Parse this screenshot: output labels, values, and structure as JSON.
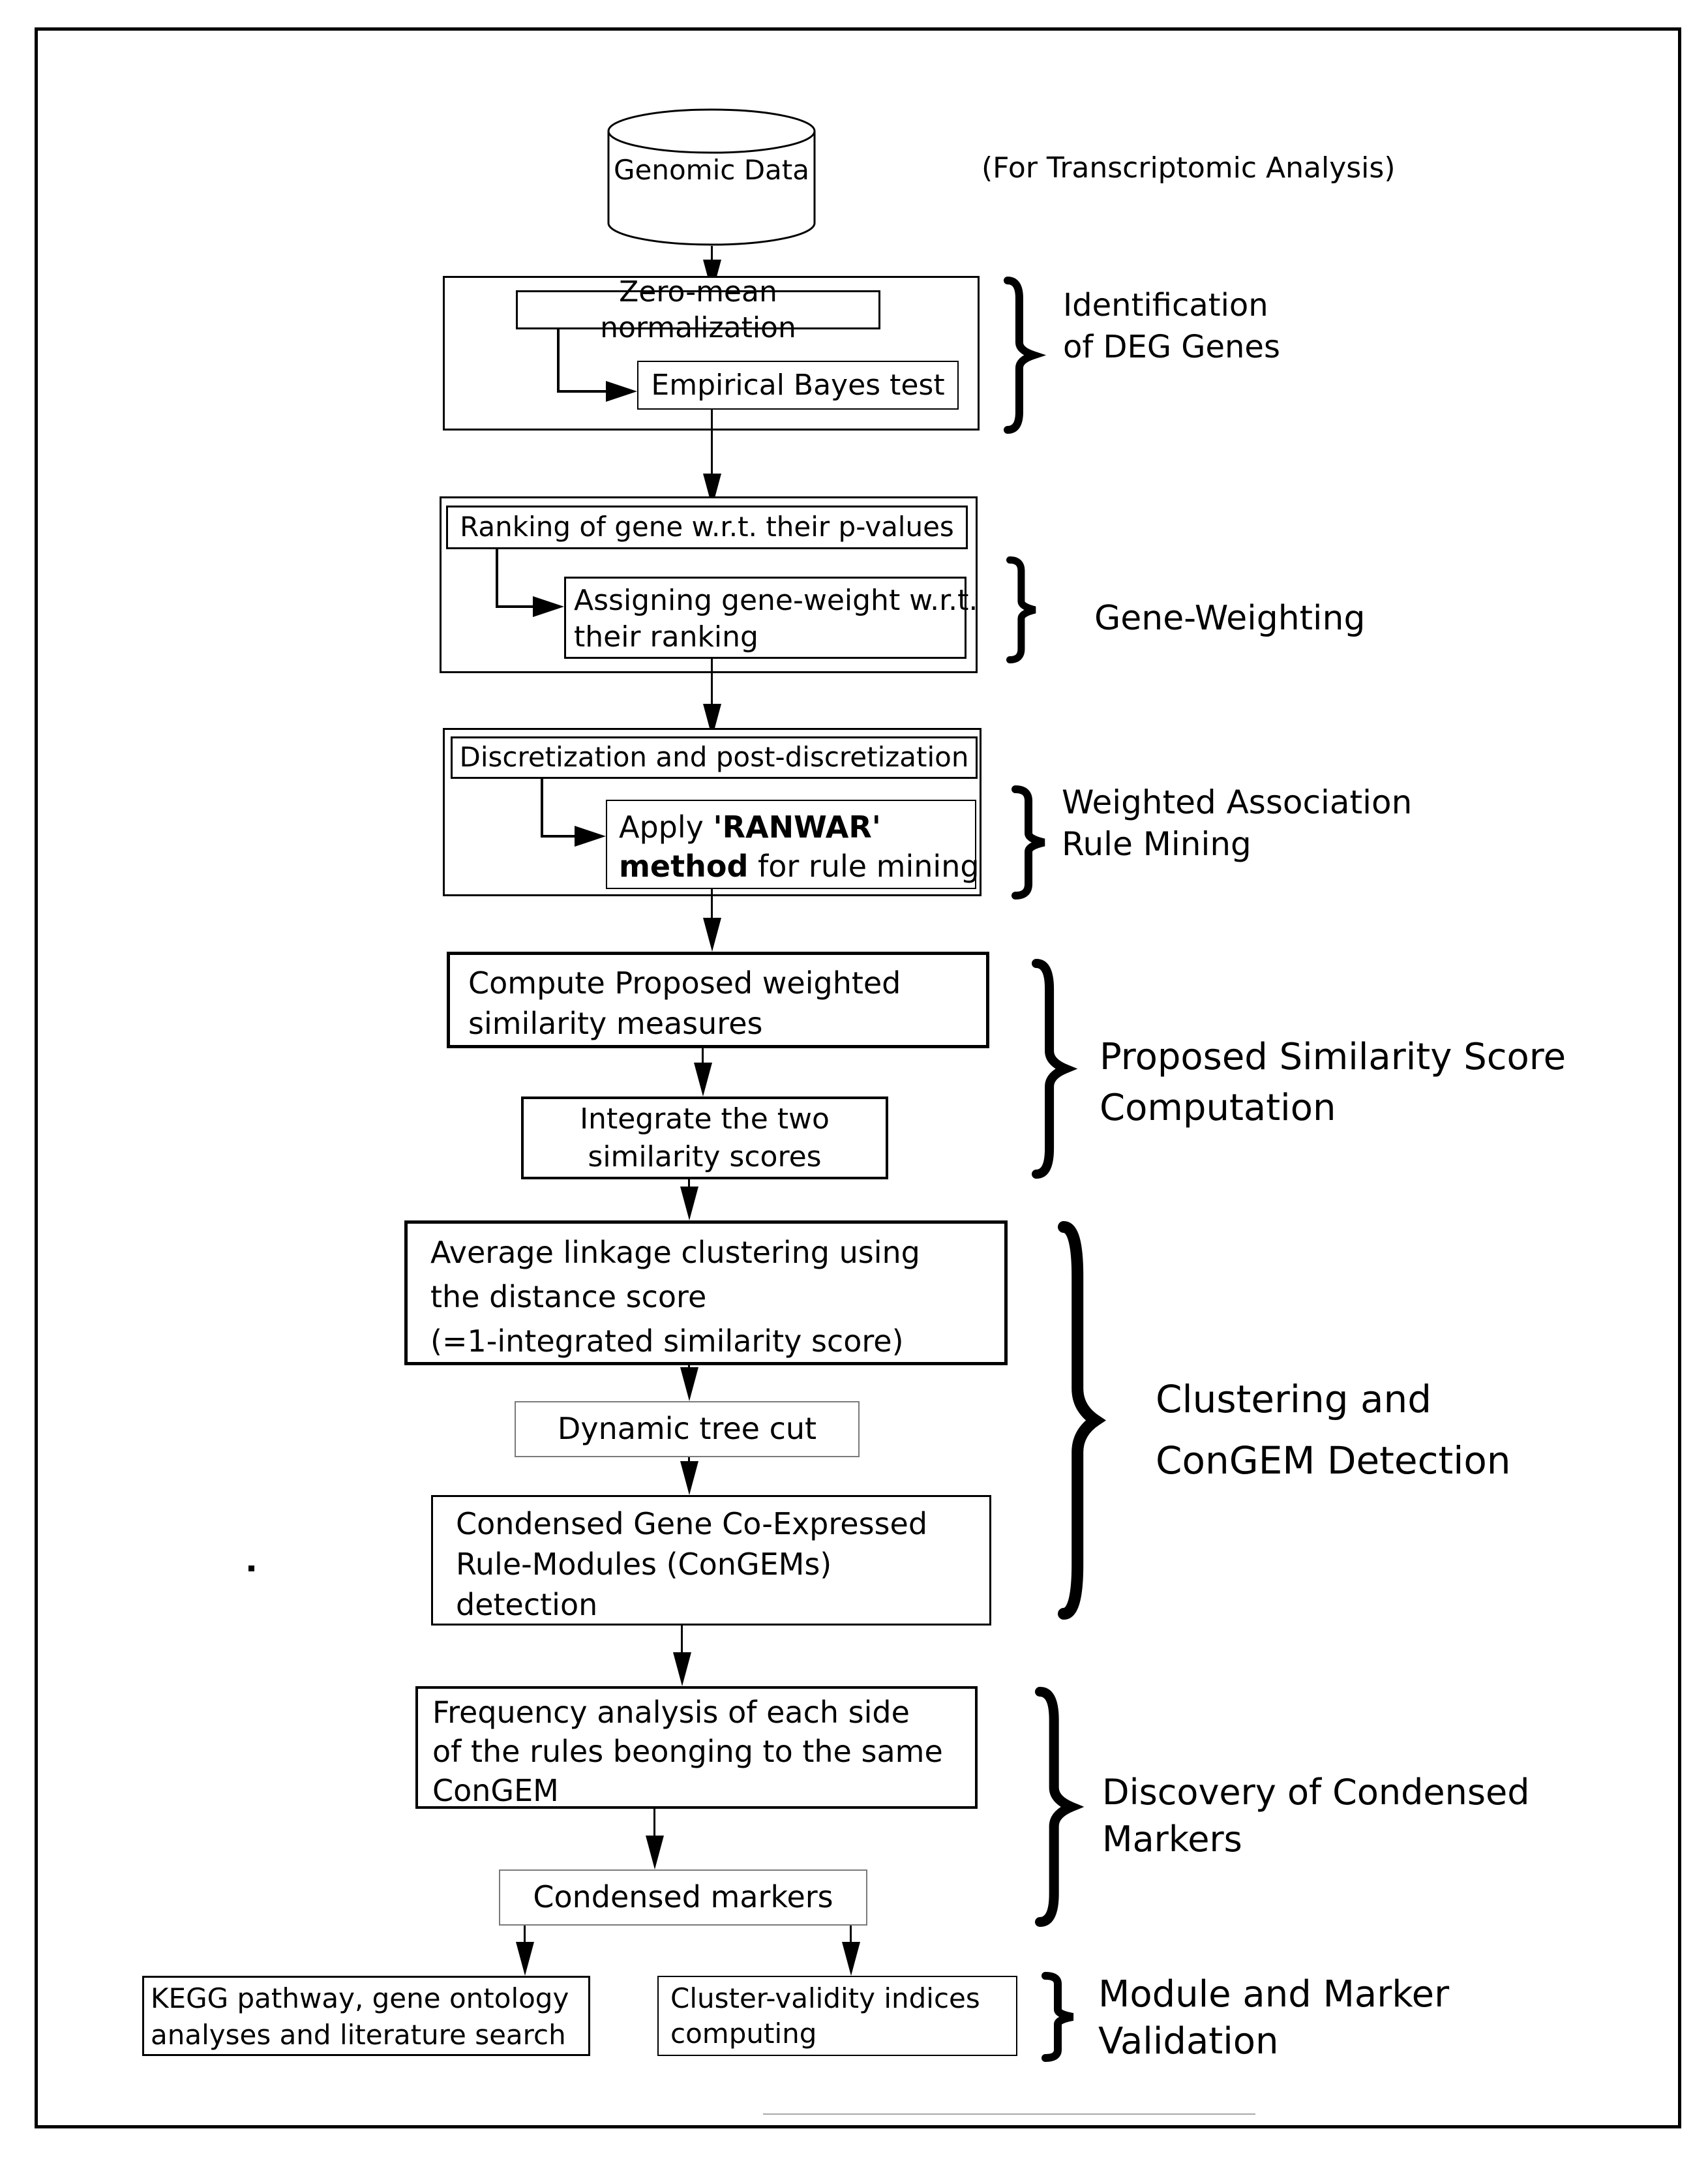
{
  "colors": {
    "ink": "#000000",
    "muted_border": "#7a7a7a",
    "divider": "#a8a8a8"
  },
  "cylinder": {
    "label": "Genomic Data"
  },
  "annotation": "(For Transcriptomic Analysis)",
  "boxes": {
    "zero_mean": {
      "label": "Zero-mean normalization"
    },
    "empirical": {
      "label": "Empirical Bayes test"
    },
    "ranking": {
      "label": "Ranking of gene w.r.t. their p-values"
    },
    "assigning": {
      "lines": [
        "Assigning gene-weight w.r.t.",
        "their ranking"
      ]
    },
    "discretization": {
      "label": "Discretization and post-discretization"
    },
    "apply_ranwar": {
      "line1_normal": "Apply ",
      "line1_bold": "'RANWAR'",
      "line2_bold": "method",
      "line2_normal": " for rule mining"
    },
    "compute": {
      "lines": [
        "Compute Proposed weighted",
        "similarity measures"
      ]
    },
    "integrate": {
      "lines": [
        "Integrate the two",
        "similarity scores"
      ]
    },
    "average": {
      "lines": [
        "Average linkage clustering using",
        "the distance score",
        "(=1-integrated similarity score)"
      ]
    },
    "dynamic": {
      "label": "Dynamic tree cut"
    },
    "congems": {
      "lines": [
        "Condensed Gene Co-Expressed",
        "Rule-Modules (ConGEMs)",
        "detection"
      ]
    },
    "frequency": {
      "lines": [
        "Frequency analysis of each side",
        "of the rules beonging to the same",
        "ConGEM"
      ]
    },
    "condensed": {
      "label": "Condensed markers"
    },
    "kegg": {
      "lines": [
        "KEGG pathway, gene ontology",
        "analyses and literature search"
      ]
    },
    "validity": {
      "lines": [
        "Cluster-validity indices",
        "computing"
      ]
    }
  },
  "stages": [
    {
      "name": "identification",
      "lines": [
        "Identification",
        "of DEG Genes"
      ]
    },
    {
      "name": "gene_weighting",
      "lines": [
        "Gene-Weighting"
      ]
    },
    {
      "name": "weighted_association",
      "lines": [
        "Weighted Association",
        "Rule Mining"
      ]
    },
    {
      "name": "similarity_score",
      "lines": [
        "Proposed Similarity Score",
        "Computation"
      ]
    },
    {
      "name": "clustering",
      "lines": [
        "Clustering and",
        "ConGEM Detection"
      ]
    },
    {
      "name": "discovery",
      "lines": [
        "Discovery of Condensed",
        "Markers"
      ]
    },
    {
      "name": "validation",
      "lines": [
        "Module and Marker",
        "Validation"
      ]
    }
  ]
}
